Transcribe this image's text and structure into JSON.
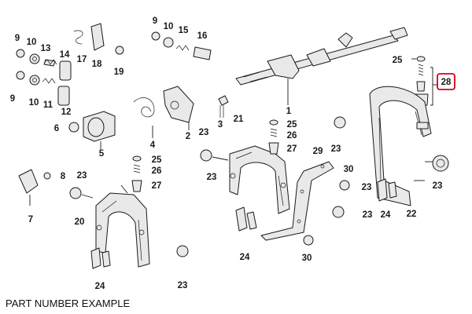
{
  "caption": "PART NUMBER EXAMPLE",
  "highlight_color": "#d0021b",
  "labels": [
    {
      "id": "c28",
      "text": "28"
    },
    {
      "id": "c1",
      "text": "1"
    },
    {
      "id": "c2",
      "text": "2"
    },
    {
      "id": "c3",
      "text": "3"
    },
    {
      "id": "c4",
      "text": "4"
    },
    {
      "id": "c5",
      "text": "5"
    },
    {
      "id": "c6",
      "text": "6"
    },
    {
      "id": "c7",
      "text": "7"
    },
    {
      "id": "c8",
      "text": "8"
    },
    {
      "id": "c9a",
      "text": "9"
    },
    {
      "id": "c9b",
      "text": "9"
    },
    {
      "id": "c9c",
      "text": "9"
    },
    {
      "id": "c10a",
      "text": "10"
    },
    {
      "id": "c10b",
      "text": "10"
    },
    {
      "id": "c10c",
      "text": "10"
    },
    {
      "id": "c11",
      "text": "11"
    },
    {
      "id": "c12",
      "text": "12"
    },
    {
      "id": "c13",
      "text": "13"
    },
    {
      "id": "c14",
      "text": "14"
    },
    {
      "id": "c15",
      "text": "15"
    },
    {
      "id": "c16",
      "text": "16"
    },
    {
      "id": "c17",
      "text": "17"
    },
    {
      "id": "c18",
      "text": "18"
    },
    {
      "id": "c19",
      "text": "19"
    },
    {
      "id": "c20",
      "text": "20"
    },
    {
      "id": "c21",
      "text": "21"
    },
    {
      "id": "c22",
      "text": "22"
    },
    {
      "id": "c23a",
      "text": "23"
    },
    {
      "id": "c23b",
      "text": "23"
    },
    {
      "id": "c23c",
      "text": "23"
    },
    {
      "id": "c23d",
      "text": "23"
    },
    {
      "id": "c23e",
      "text": "23"
    },
    {
      "id": "c23f",
      "text": "23"
    },
    {
      "id": "c23g",
      "text": "23"
    },
    {
      "id": "c23h",
      "text": "23"
    },
    {
      "id": "c24a",
      "text": "24"
    },
    {
      "id": "c24b",
      "text": "24"
    },
    {
      "id": "c24c",
      "text": "24"
    },
    {
      "id": "c25a",
      "text": "25"
    },
    {
      "id": "c25b",
      "text": "25"
    },
    {
      "id": "c25c",
      "text": "25"
    },
    {
      "id": "c26a",
      "text": "26"
    },
    {
      "id": "c26b",
      "text": "26"
    },
    {
      "id": "c27a",
      "text": "27"
    },
    {
      "id": "c27b",
      "text": "27"
    },
    {
      "id": "c29",
      "text": "29"
    },
    {
      "id": "c30a",
      "text": "30"
    },
    {
      "id": "c30b",
      "text": "30"
    }
  ]
}
